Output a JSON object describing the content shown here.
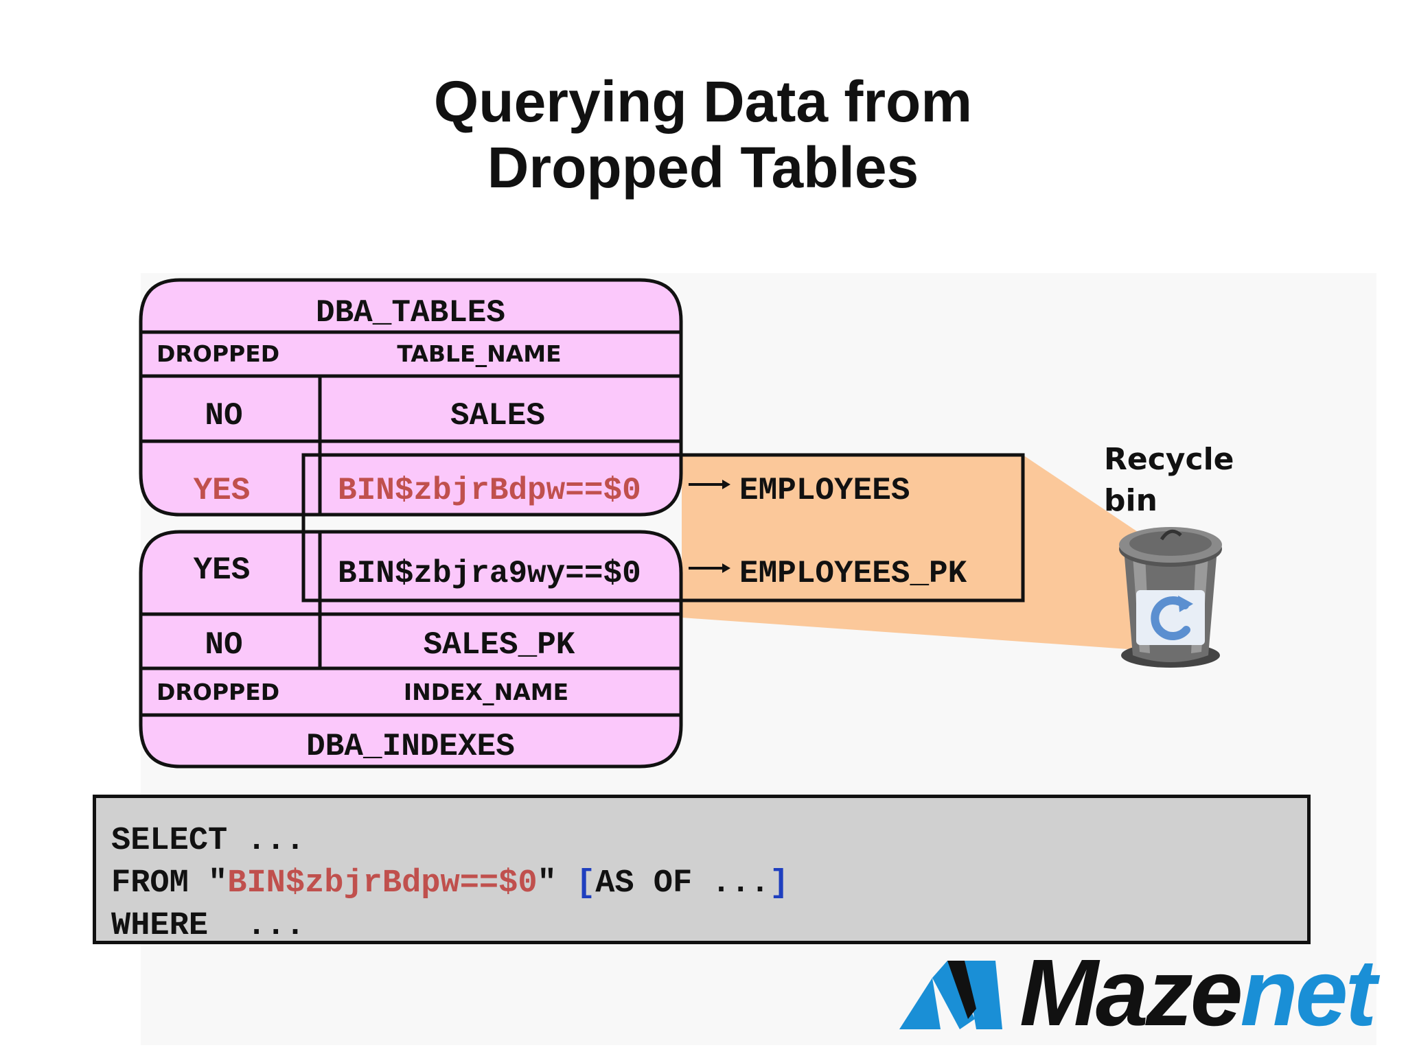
{
  "title": {
    "line1": "Querying Data from",
    "line2": "Dropped Tables"
  },
  "dba_tables": {
    "name": "DBA_TABLES",
    "col_dropped": "DROPPED",
    "col_name": "TABLE_NAME",
    "rows": [
      {
        "dropped": "NO",
        "name": "SALES"
      },
      {
        "dropped": "YES",
        "name": "BIN$zbjrBdpw==$0"
      }
    ]
  },
  "dba_indexes": {
    "name": "DBA_INDEXES",
    "col_dropped": "DROPPED",
    "col_name": "INDEX_NAME",
    "rows": [
      {
        "dropped": "YES",
        "name": "BIN$zbjra9wy==$0"
      },
      {
        "dropped": "NO",
        "name": "SALES_PK"
      }
    ]
  },
  "mappings": {
    "table_original": "EMPLOYEES",
    "index_original": "EMPLOYEES_PK"
  },
  "recycle_bin": {
    "line1": "Recycle",
    "line2": "bin",
    "icon": "recycle-bin-icon"
  },
  "sql": {
    "select_kw": "SELECT",
    "select_rest": " ...",
    "from_kw": "FROM",
    "from_quote_open": " \"",
    "from_object": "BIN$zbjrBdpw==$0",
    "from_quote_close": "\"",
    "bracket_open": "[",
    "as_of": "AS OF ...",
    "bracket_close": "]",
    "where_kw": "WHERE",
    "where_rest": "  ..."
  },
  "logo": {
    "text_a": "Maze",
    "text_b": "net",
    "icon": "mazenet-logo-icon"
  },
  "colors": {
    "table_fill": "#fbc8fb",
    "orange_fill": "#fbc89a",
    "red_text": "#c0504d",
    "blue_text": "#1f3fbf",
    "sql_bg": "#d0d0d0",
    "logo_blue": "#1a8fd6"
  }
}
